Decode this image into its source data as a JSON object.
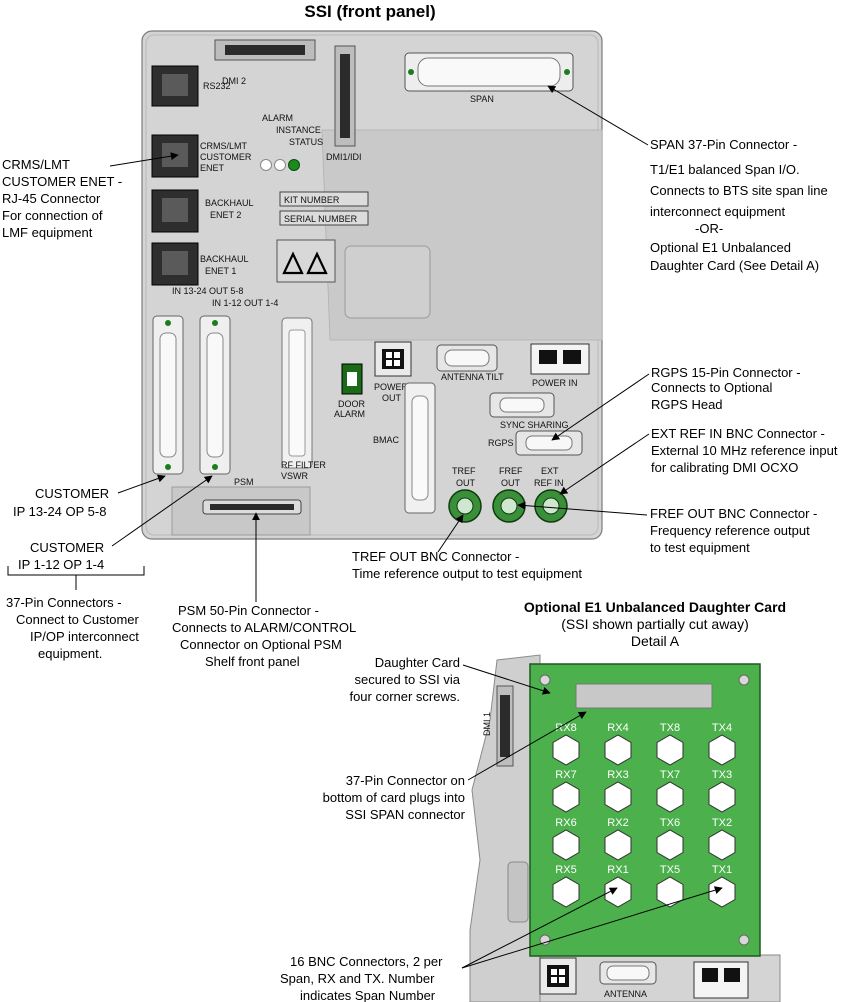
{
  "title": "SSI (front panel)",
  "panel": {
    "rs232": "RS232",
    "dmi2": "DMI 2",
    "span": "SPAN",
    "alarm": "ALARM",
    "instance": "INSTANCE",
    "status": "STATUS",
    "dmi1idi": "DMI1/IDI",
    "crms_1": "CRMS/LMT",
    "crms_2": "CUSTOMER",
    "crms_3": "ENET",
    "backhaul2_1": "BACKHAUL",
    "backhaul2_2": "ENET 2",
    "backhaul1_1": "BACKHAUL",
    "backhaul1_2": "ENET 1",
    "kit_number": "KIT NUMBER",
    "serial_number": "SERIAL NUMBER",
    "in13": "IN 13-24 OUT 5-8",
    "in1": "IN 1-12 OUT 1-4",
    "power_out_1": "POWER",
    "power_out_2": "OUT",
    "antenna_tilt": "ANTENNA TILT",
    "power_in": "POWER IN",
    "door_alarm_1": "DOOR",
    "door_alarm_2": "ALARM",
    "sync_sharing": "SYNC SHARING",
    "rgps": "RGPS",
    "bmac": "BMAC",
    "rf_filter_1": "RF FILTER",
    "rf_filter_2": "VSWR",
    "psm": "PSM",
    "tref_1": "TREF",
    "tref_2": "OUT",
    "fref_1": "FREF",
    "fref_2": "OUT",
    "ext_1": "EXT",
    "ext_2": "REF IN"
  },
  "callouts": {
    "crms": [
      "CRMS/LMT",
      "CUSTOMER ENET -",
      "RJ-45 Connector",
      "For connection of",
      "LMF equipment"
    ],
    "span": [
      "SPAN 37-Pin Connector -",
      "T1/E1 balanced Span I/O.",
      "Connects to BTS site span line",
      "interconnect equipment",
      "-OR-",
      "Optional E1 Unbalanced",
      "Daughter Card (See Detail A)"
    ],
    "rgps": [
      "RGPS 15-Pin Connector -",
      "Connects to Optional",
      "RGPS Head"
    ],
    "extref": [
      "EXT REF IN BNC Connector -",
      "External 10 MHz reference input",
      "for calibrating DMI OCXO"
    ],
    "fref": [
      "FREF OUT BNC Connector -",
      "Frequency reference output",
      "to test equipment"
    ],
    "tref": [
      "TREF OUT BNC Connector -",
      "Time reference output to test equipment"
    ],
    "customer13": [
      "CUSTOMER",
      "IP 13-24 OP 5-8"
    ],
    "customer1": [
      "CUSTOMER",
      "IP 1-12 OP 1-4"
    ],
    "pin37": [
      "37-Pin Connectors -",
      "Connect to Customer",
      "IP/OP interconnect",
      "equipment."
    ],
    "psm50": [
      "PSM 50-Pin Connector -",
      "Connects to ALARM/CONTROL",
      "Connector on Optional PSM",
      "Shelf front panel"
    ],
    "daughter": [
      "Daughter Card",
      "secured to SSI via",
      "four corner screws."
    ],
    "pin37b": [
      "37-Pin Connector on",
      "bottom of card plugs into",
      "SSI SPAN connector"
    ],
    "bnc16": [
      "16 BNC Connectors, 2 per",
      "Span, RX and TX. Number",
      "indicates Span Number"
    ]
  },
  "detail": {
    "title": "Optional E1 Unbalanced Daughter Card",
    "subtitle": "(SSI shown partially cut away)",
    "label": "Detail A",
    "dmi1": "DMI 1",
    "antenna": "ANTENNA",
    "bnc_grid": [
      [
        "RX8",
        "RX4",
        "TX8",
        "TX4"
      ],
      [
        "RX7",
        "RX3",
        "TX7",
        "TX3"
      ],
      [
        "RX6",
        "RX2",
        "TX6",
        "TX2"
      ],
      [
        "RX5",
        "RX1",
        "TX5",
        "TX1"
      ]
    ]
  },
  "colors": {
    "panel": "#d4d4d4",
    "card": "#4cb14c",
    "leader": "#000000"
  }
}
